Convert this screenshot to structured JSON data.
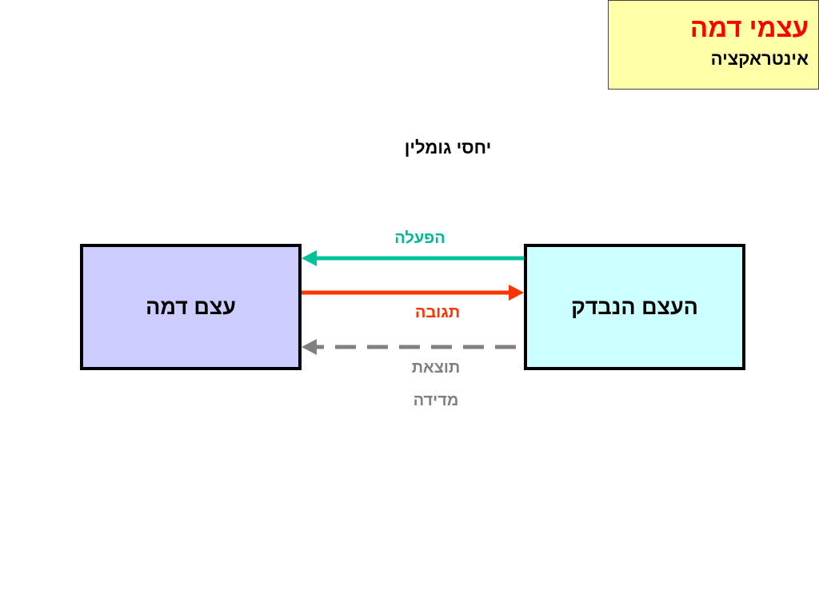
{
  "slide": {
    "title": "עצמי דמה",
    "subtitle": "אינטראקציה",
    "heading": "יחסי גומלין"
  },
  "nodes": {
    "left": "עצם דמה",
    "right": "העצם הנבדק"
  },
  "arrows": {
    "action": {
      "label": "הפעלה",
      "color": "#00c29a"
    },
    "response": {
      "label": "תגובה",
      "color": "#ff3300"
    },
    "measure": {
      "label_line1": "תוצאת",
      "label_line2": "מדידה",
      "color": "#808080"
    }
  },
  "colors": {
    "title_box_bg": "#ffffa8",
    "title_text": "#ff0000",
    "left_node_bg": "#ccccff",
    "right_node_bg": "#ccffff"
  }
}
